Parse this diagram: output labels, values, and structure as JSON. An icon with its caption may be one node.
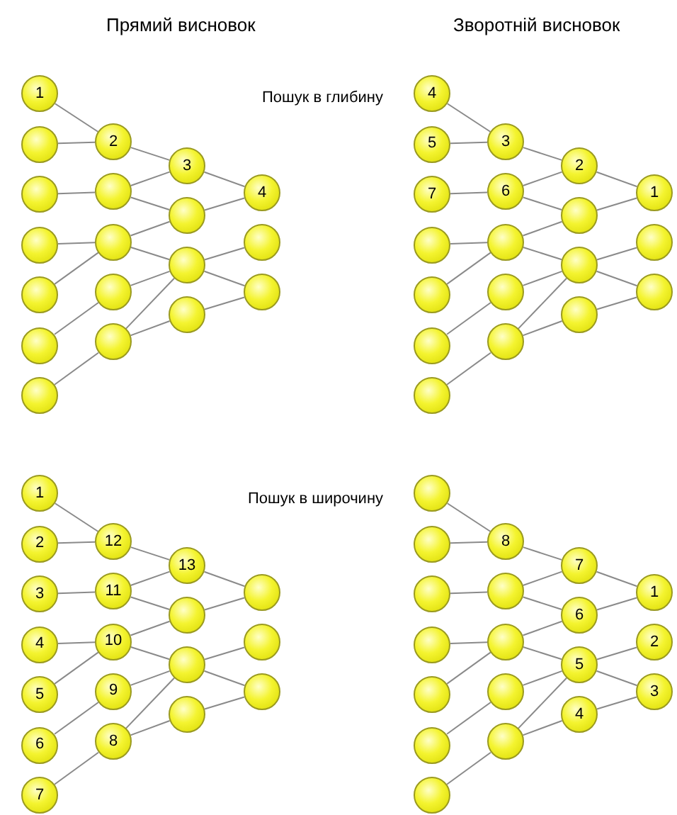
{
  "diagram": {
    "nodes": [
      {
        "text": [
          "1"
        ]
      },
      {
        "text": [],
        "shape": "circle"
      },
      {
        "text": [],
        "shape": "circle"
      },
      {
        "text": [],
        "shape": "circle"
      },
      {
        "text": [],
        "shape": "circle"
      },
      {
        "text": [],
        "shape": "circle"
      },
      {
        "text": [],
        "shape": "circle"
      },
      {
        "text": [
          "2"
        ]
      },
      {
        "text": [],
        "shape": "circle"
      },
      {
        "text": [],
        "shape": "circle"
      },
      {
        "text": [],
        "shape": "circle"
      },
      {
        "text": [],
        "shape": "circle"
      },
      {
        "text": [
          "3"
        ]
      },
      {
        "text": [],
        "shape": "circle"
      },
      {
        "text": [],
        "shape": "circle"
      },
      {
        "text": [],
        "shape": "circle"
      },
      {
        "text": [
          "4"
        ]
      },
      {
        "text": [],
        "shape": "circle"
      },
      {
        "text": [],
        "shape": "circle"
      },
      {
        "text": [
          "4"
        ]
      },
      {
        "text": [
          "5"
        ]
      },
      {
        "text": [
          "7"
        ]
      },
      {
        "text": [],
        "shape": "circle"
      },
      {
        "text": [],
        "shape": "circle"
      },
      {
        "text": [],
        "shape": "circle"
      },
      {
        "text": [],
        "shape": "circle"
      },
      {
        "text": [
          "3"
        ]
      },
      {
        "text": [
          "6"
        ]
      },
      {
        "text": [],
        "shape": "circle"
      },
      {
        "text": [],
        "shape": "circle"
      },
      {
        "text": [],
        "shape": "circle"
      },
      {
        "text": [
          "2"
        ]
      },
      {
        "text": [],
        "shape": "circle"
      },
      {
        "text": [],
        "shape": "circle"
      },
      {
        "text": [],
        "shape": "circle"
      },
      {
        "text": [
          "1"
        ]
      },
      {
        "text": [],
        "shape": "circle"
      },
      {
        "text": [],
        "shape": "circle"
      },
      {
        "text": [
          "1"
        ]
      },
      {
        "text": [
          "2"
        ]
      },
      {
        "text": [
          "3"
        ]
      },
      {
        "text": [
          "4"
        ]
      },
      {
        "text": [
          "5"
        ]
      },
      {
        "text": [
          "6"
        ]
      },
      {
        "text": [
          "7"
        ]
      },
      {
        "text": [
          "12"
        ]
      },
      {
        "text": [
          "11"
        ]
      },
      {
        "text": [
          "10"
        ]
      },
      {
        "text": [
          "9"
        ]
      },
      {
        "text": [
          "8"
        ]
      },
      {
        "text": [
          "13"
        ]
      },
      {
        "text": [],
        "shape": "circle"
      },
      {
        "text": [],
        "shape": "circle"
      },
      {
        "text": [],
        "shape": "circle"
      },
      {
        "text": [],
        "shape": "circle"
      },
      {
        "text": [],
        "shape": "circle"
      },
      {
        "text": [],
        "shape": "circle"
      },
      {
        "text": [],
        "shape": "circle"
      },
      {
        "text": [],
        "shape": "circle"
      },
      {
        "text": [],
        "shape": "circle"
      },
      {
        "text": [],
        "shape": "circle"
      },
      {
        "text": [],
        "shape": "circle"
      },
      {
        "text": [],
        "shape": "circle"
      },
      {
        "text": [],
        "shape": "circle"
      },
      {
        "text": [
          "8"
        ]
      },
      {
        "text": [],
        "shape": "circle"
      },
      {
        "text": [],
        "shape": "circle"
      },
      {
        "text": [],
        "shape": "circle"
      },
      {
        "text": [],
        "shape": "circle"
      },
      {
        "text": [
          "7"
        ]
      },
      {
        "text": [
          "6"
        ]
      },
      {
        "text": [
          "5"
        ]
      },
      {
        "text": [
          "4"
        ]
      },
      {
        "text": [
          "1"
        ]
      },
      {
        "text": [
          "2"
        ]
      },
      {
        "text": [
          "3"
        ]
      }
    ],
    "edges": [
      {
        "from": 0,
        "to": 7,
        "arrow": "none"
      },
      {
        "from": 1,
        "to": 7,
        "arrow": "none"
      },
      {
        "from": 2,
        "to": 8,
        "arrow": "none"
      },
      {
        "from": 3,
        "to": 9,
        "arrow": "none"
      },
      {
        "from": 4,
        "to": 9,
        "arrow": "none"
      },
      {
        "from": 5,
        "to": 10,
        "arrow": "none"
      },
      {
        "from": 6,
        "to": 11,
        "arrow": "none"
      },
      {
        "from": 7,
        "to": 12,
        "arrow": "none"
      },
      {
        "from": 8,
        "to": 12,
        "arrow": "none"
      },
      {
        "from": 8,
        "to": 13,
        "arrow": "none"
      },
      {
        "from": 9,
        "to": 13,
        "arrow": "none"
      },
      {
        "from": 9,
        "to": 14,
        "arrow": "none"
      },
      {
        "from": 10,
        "to": 14,
        "arrow": "none"
      },
      {
        "from": 11,
        "to": 14,
        "arrow": "none"
      },
      {
        "from": 11,
        "to": 15,
        "arrow": "none"
      },
      {
        "from": 12,
        "to": 16,
        "arrow": "none"
      },
      {
        "from": 13,
        "to": 16,
        "arrow": "none"
      },
      {
        "from": 14,
        "to": 17,
        "arrow": "none"
      },
      {
        "from": 14,
        "to": 18,
        "arrow": "none"
      },
      {
        "from": 15,
        "to": 18,
        "arrow": "none"
      },
      {
        "from": 19,
        "to": 26,
        "arrow": "none"
      },
      {
        "from": 20,
        "to": 26,
        "arrow": "none"
      },
      {
        "from": 21,
        "to": 27,
        "arrow": "none"
      },
      {
        "from": 22,
        "to": 28,
        "arrow": "none"
      },
      {
        "from": 23,
        "to": 28,
        "arrow": "none"
      },
      {
        "from": 24,
        "to": 29,
        "arrow": "none"
      },
      {
        "from": 25,
        "to": 30,
        "arrow": "none"
      },
      {
        "from": 26,
        "to": 31,
        "arrow": "none"
      },
      {
        "from": 27,
        "to": 31,
        "arrow": "none"
      },
      {
        "from": 27,
        "to": 32,
        "arrow": "none"
      },
      {
        "from": 28,
        "to": 32,
        "arrow": "none"
      },
      {
        "from": 28,
        "to": 33,
        "arrow": "none"
      },
      {
        "from": 29,
        "to": 33,
        "arrow": "none"
      },
      {
        "from": 30,
        "to": 33,
        "arrow": "none"
      },
      {
        "from": 30,
        "to": 34,
        "arrow": "none"
      },
      {
        "from": 31,
        "to": 35,
        "arrow": "none"
      },
      {
        "from": 32,
        "to": 35,
        "arrow": "none"
      },
      {
        "from": 33,
        "to": 36,
        "arrow": "none"
      },
      {
        "from": 33,
        "to": 37,
        "arrow": "none"
      },
      {
        "from": 34,
        "to": 37,
        "arrow": "none"
      },
      {
        "from": 38,
        "to": 45,
        "arrow": "none"
      },
      {
        "from": 39,
        "to": 45,
        "arrow": "none"
      },
      {
        "from": 40,
        "to": 46,
        "arrow": "none"
      },
      {
        "from": 41,
        "to": 47,
        "arrow": "none"
      },
      {
        "from": 42,
        "to": 47,
        "arrow": "none"
      },
      {
        "from": 43,
        "to": 48,
        "arrow": "none"
      },
      {
        "from": 44,
        "to": 49,
        "arrow": "none"
      },
      {
        "from": 45,
        "to": 50,
        "arrow": "none"
      },
      {
        "from": 46,
        "to": 50,
        "arrow": "none"
      },
      {
        "from": 46,
        "to": 51,
        "arrow": "none"
      },
      {
        "from": 47,
        "to": 51,
        "arrow": "none"
      },
      {
        "from": 47,
        "to": 52,
        "arrow": "none"
      },
      {
        "from": 48,
        "to": 52,
        "arrow": "none"
      },
      {
        "from": 49,
        "to": 52,
        "arrow": "none"
      },
      {
        "from": 49,
        "to": 53,
        "arrow": "none"
      },
      {
        "from": 50,
        "to": 54,
        "arrow": "none"
      },
      {
        "from": 51,
        "to": 54,
        "arrow": "none"
      },
      {
        "from": 52,
        "to": 55,
        "arrow": "none"
      },
      {
        "from": 52,
        "to": 56,
        "arrow": "none"
      },
      {
        "from": 53,
        "to": 56,
        "arrow": "none"
      },
      {
        "from": 57,
        "to": 64,
        "arrow": "none"
      },
      {
        "from": 58,
        "to": 64,
        "arrow": "none"
      },
      {
        "from": 59,
        "to": 65,
        "arrow": "none"
      },
      {
        "from": 60,
        "to": 66,
        "arrow": "none"
      },
      {
        "from": 61,
        "to": 66,
        "arrow": "none"
      },
      {
        "from": 62,
        "to": 67,
        "arrow": "none"
      },
      {
        "from": 63,
        "to": 68,
        "arrow": "none"
      },
      {
        "from": 64,
        "to": 69,
        "arrow": "none"
      },
      {
        "from": 65,
        "to": 69,
        "arrow": "none"
      },
      {
        "from": 65,
        "to": 70,
        "arrow": "none"
      },
      {
        "from": 66,
        "to": 70,
        "arrow": "none"
      },
      {
        "from": 66,
        "to": 71,
        "arrow": "none"
      },
      {
        "from": 67,
        "to": 71,
        "arrow": "none"
      },
      {
        "from": 68,
        "to": 71,
        "arrow": "none"
      },
      {
        "from": 68,
        "to": 72,
        "arrow": "none"
      },
      {
        "from": 69,
        "to": 73,
        "arrow": "none"
      },
      {
        "from": 70,
        "to": 73,
        "arrow": "none"
      },
      {
        "from": 71,
        "to": 74,
        "arrow": "none"
      },
      {
        "from": 71,
        "to": 75,
        "arrow": "none"
      },
      {
        "from": 72,
        "to": 75,
        "arrow": "none"
      }
    ],
    "labels": [
      "Прямий висновок",
      "Зворотній висновок",
      "Пошук в глибину",
      "Пошук в широчину"
    ]
  }
}
